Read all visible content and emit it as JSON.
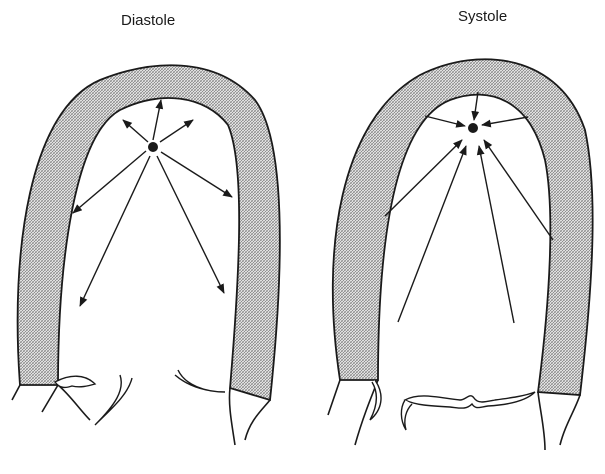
{
  "figure": {
    "panels": [
      {
        "id": "diastole",
        "label": "Diastole"
      },
      {
        "id": "systole",
        "label": "Systole"
      }
    ],
    "colors": {
      "line": "#1a1a1a",
      "wall_hatch": "#9a9a9a",
      "background": "#ffffff"
    }
  }
}
